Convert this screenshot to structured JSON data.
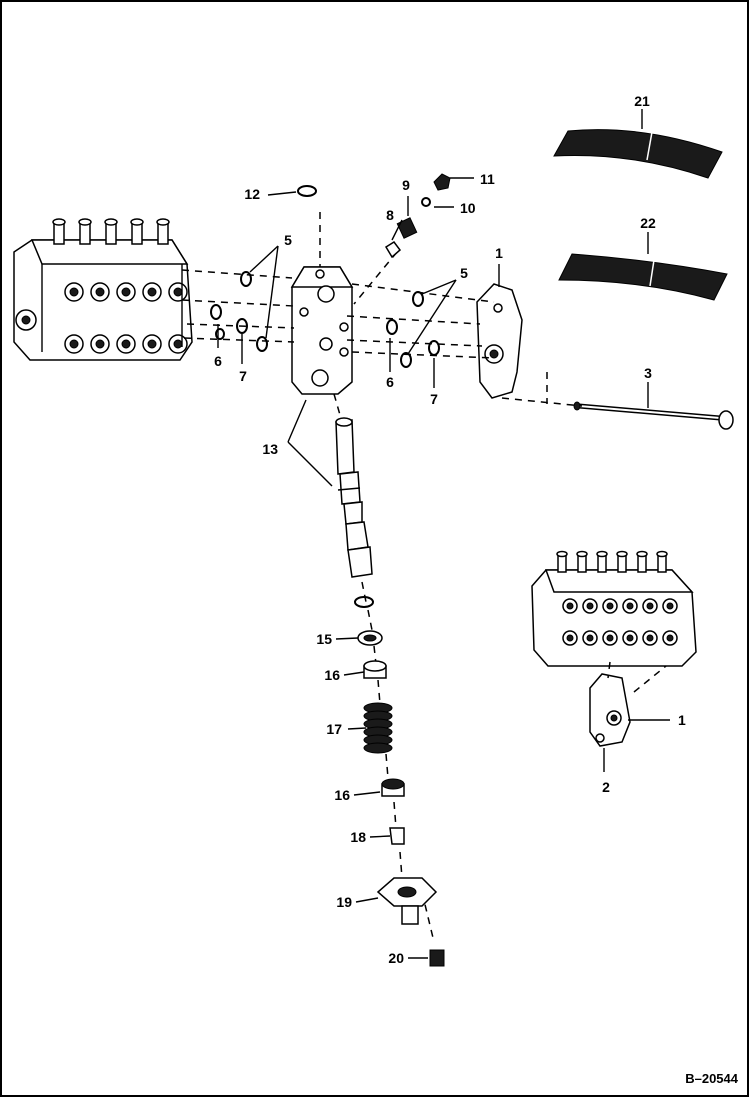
{
  "callouts": {
    "c1a": "1",
    "c1b": "1",
    "c2": "2",
    "c3": "3",
    "c5a": "5",
    "c5b": "5",
    "c6a": "6",
    "c6b": "6",
    "c7a": "7",
    "c7b": "7",
    "c8": "8",
    "c9": "9",
    "c10": "10",
    "c11": "11",
    "c12": "12",
    "c13": "13",
    "c15": "15",
    "c16a": "16",
    "c16b": "16",
    "c17": "17",
    "c18": "18",
    "c19": "19",
    "c20": "20",
    "c21": "21",
    "c22": "22"
  },
  "figure_id": "B–20544"
}
